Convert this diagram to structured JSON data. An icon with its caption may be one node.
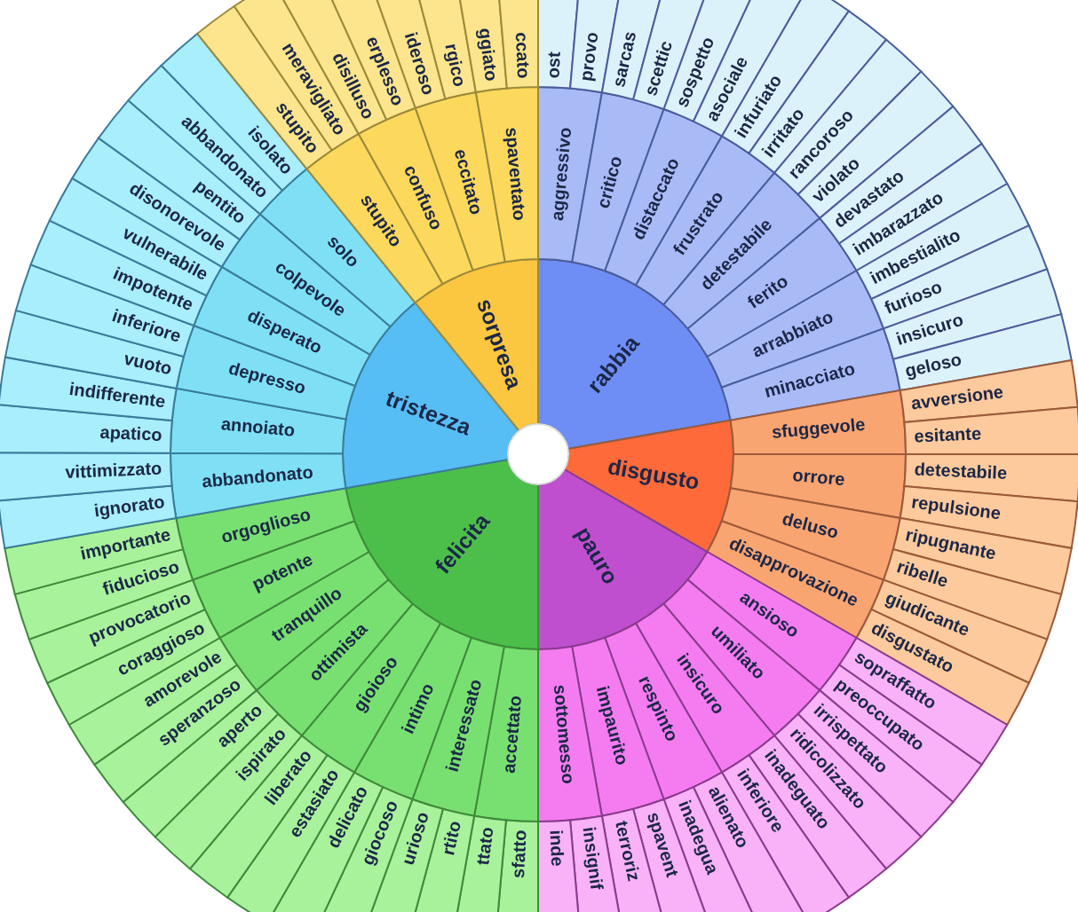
{
  "diagram": {
    "nodes": [
      {
        "text": [
          "rabbia"
        ]
      },
      {
        "text": [
          "aggressivo"
        ]
      },
      {
        "text": [
          "critico"
        ]
      },
      {
        "text": [
          "distaccato"
        ]
      },
      {
        "text": [
          "frustrato"
        ]
      },
      {
        "text": [
          "detestabile"
        ]
      },
      {
        "text": [
          "ferito"
        ]
      },
      {
        "text": [
          "arrabbiato"
        ]
      },
      {
        "text": [
          "minacciato"
        ]
      },
      {
        "text": [
          "ost"
        ]
      },
      {
        "text": [
          "provo"
        ]
      },
      {
        "text": [
          "sarcas"
        ]
      },
      {
        "text": [
          "scettic"
        ]
      },
      {
        "text": [
          "sospetto"
        ]
      },
      {
        "text": [
          "asociale"
        ]
      },
      {
        "text": [
          "infuriato"
        ]
      },
      {
        "text": [
          "irritato"
        ]
      },
      {
        "text": [
          "rancoroso"
        ]
      },
      {
        "text": [
          "violato"
        ]
      },
      {
        "text": [
          "devastato"
        ]
      },
      {
        "text": [
          "imbarazzato"
        ]
      },
      {
        "text": [
          "imbestialito"
        ]
      },
      {
        "text": [
          "furioso"
        ]
      },
      {
        "text": [
          "insicuro"
        ]
      },
      {
        "text": [
          "geloso"
        ]
      },
      {
        "text": [
          "disgusto"
        ]
      },
      {
        "text": [
          "sfuggevole"
        ]
      },
      {
        "text": [
          "orrore"
        ]
      },
      {
        "text": [
          "deluso"
        ]
      },
      {
        "text": [
          "disapprovazione"
        ]
      },
      {
        "text": [
          "avversione"
        ]
      },
      {
        "text": [
          "esitante"
        ]
      },
      {
        "text": [
          "detestabile"
        ]
      },
      {
        "text": [
          "repulsione"
        ]
      },
      {
        "text": [
          "ripugnante"
        ]
      },
      {
        "text": [
          "ribelle"
        ]
      },
      {
        "text": [
          "giudicante"
        ]
      },
      {
        "text": [
          "disgustato"
        ]
      },
      {
        "text": [
          "pauro"
        ]
      },
      {
        "text": [
          "ansioso"
        ]
      },
      {
        "text": [
          "umiliato"
        ]
      },
      {
        "text": [
          "insicuro"
        ]
      },
      {
        "text": [
          "respinto"
        ]
      },
      {
        "text": [
          "impaurito"
        ]
      },
      {
        "text": [
          "sottomesso"
        ]
      },
      {
        "text": [
          "sopraffatto"
        ]
      },
      {
        "text": [
          "preoccupato"
        ]
      },
      {
        "text": [
          "irrispettato"
        ]
      },
      {
        "text": [
          "ridicolizzato"
        ]
      },
      {
        "text": [
          "inadeguato"
        ]
      },
      {
        "text": [
          "inferiore"
        ]
      },
      {
        "text": [
          "alienato"
        ]
      },
      {
        "text": [
          "inadegua"
        ]
      },
      {
        "text": [
          "spavent"
        ]
      },
      {
        "text": [
          "terroriz"
        ]
      },
      {
        "text": [
          "insignif"
        ]
      },
      {
        "text": [
          "inde"
        ]
      },
      {
        "text": [
          "felicita"
        ]
      },
      {
        "text": [
          "accettato"
        ]
      },
      {
        "text": [
          "interessato"
        ]
      },
      {
        "text": [
          "intimo"
        ]
      },
      {
        "text": [
          "gioioso"
        ]
      },
      {
        "text": [
          "ottimista"
        ]
      },
      {
        "text": [
          "tranquillo"
        ]
      },
      {
        "text": [
          "potente"
        ]
      },
      {
        "text": [
          "orgoglioso"
        ]
      },
      {
        "text": [
          "sfatto"
        ]
      },
      {
        "text": [
          "ttato"
        ]
      },
      {
        "text": [
          "rtito"
        ]
      },
      {
        "text": [
          "urioso"
        ]
      },
      {
        "text": [
          "giocoso"
        ]
      },
      {
        "text": [
          "delicato"
        ]
      },
      {
        "text": [
          "estasiato"
        ]
      },
      {
        "text": [
          "liberato"
        ]
      },
      {
        "text": [
          "ispirato"
        ]
      },
      {
        "text": [
          "aperto"
        ]
      },
      {
        "text": [
          "speranzoso"
        ]
      },
      {
        "text": [
          "amorevole"
        ]
      },
      {
        "text": [
          "coraggioso"
        ]
      },
      {
        "text": [
          "provocatorio"
        ]
      },
      {
        "text": [
          "fiducioso"
        ]
      },
      {
        "text": [
          "importante"
        ]
      },
      {
        "text": [
          "tristezza"
        ]
      },
      {
        "text": [
          "abbandonato"
        ]
      },
      {
        "text": [
          "annoiato"
        ]
      },
      {
        "text": [
          "depresso"
        ]
      },
      {
        "text": [
          "disperato"
        ]
      },
      {
        "text": [
          "colpevole"
        ]
      },
      {
        "text": [
          "solo"
        ]
      },
      {
        "text": [
          "ignorato"
        ]
      },
      {
        "text": [
          "vittimizzato"
        ]
      },
      {
        "text": [
          "apatico"
        ]
      },
      {
        "text": [
          "indifferente"
        ]
      },
      {
        "text": [
          "vuoto"
        ]
      },
      {
        "text": [
          "inferiore"
        ]
      },
      {
        "text": [
          "impotente"
        ]
      },
      {
        "text": [
          "vulnerabile"
        ]
      },
      {
        "text": [
          "disonorevole"
        ]
      },
      {
        "text": [
          "pentito"
        ]
      },
      {
        "text": [
          "abbandonato"
        ]
      },
      {
        "text": [
          "isolato"
        ]
      },
      {
        "text": [
          "sorpresa"
        ]
      },
      {
        "text": [
          "stupito"
        ]
      },
      {
        "text": [
          "confuso"
        ]
      },
      {
        "text": [
          "eccitato"
        ]
      },
      {
        "text": [
          "spaventato"
        ]
      },
      {
        "text": [
          "stupito"
        ]
      },
      {
        "text": [
          "meravigliato"
        ]
      },
      {
        "text": [
          "disilluso"
        ]
      },
      {
        "text": [
          "erplesso"
        ]
      },
      {
        "text": [
          "ideroso"
        ]
      },
      {
        "text": [
          "rgico"
        ]
      },
      {
        "text": [
          "ggiato"
        ]
      },
      {
        "text": [
          "ccato"
        ]
      }
    ]
  }
}
